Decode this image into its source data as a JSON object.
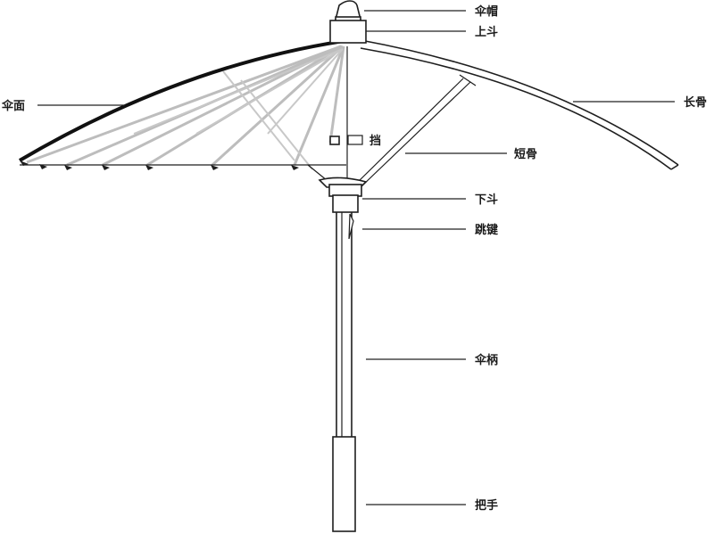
{
  "labels": {
    "cap": "伞帽",
    "top_notch": "上斗",
    "canopy": "伞面",
    "long_rib": "长骨",
    "stopper": "挡",
    "short_rib": "短骨",
    "runner": "下斗",
    "spring_key": "跳键",
    "shaft": "伞柄",
    "handle": "把手"
  }
}
